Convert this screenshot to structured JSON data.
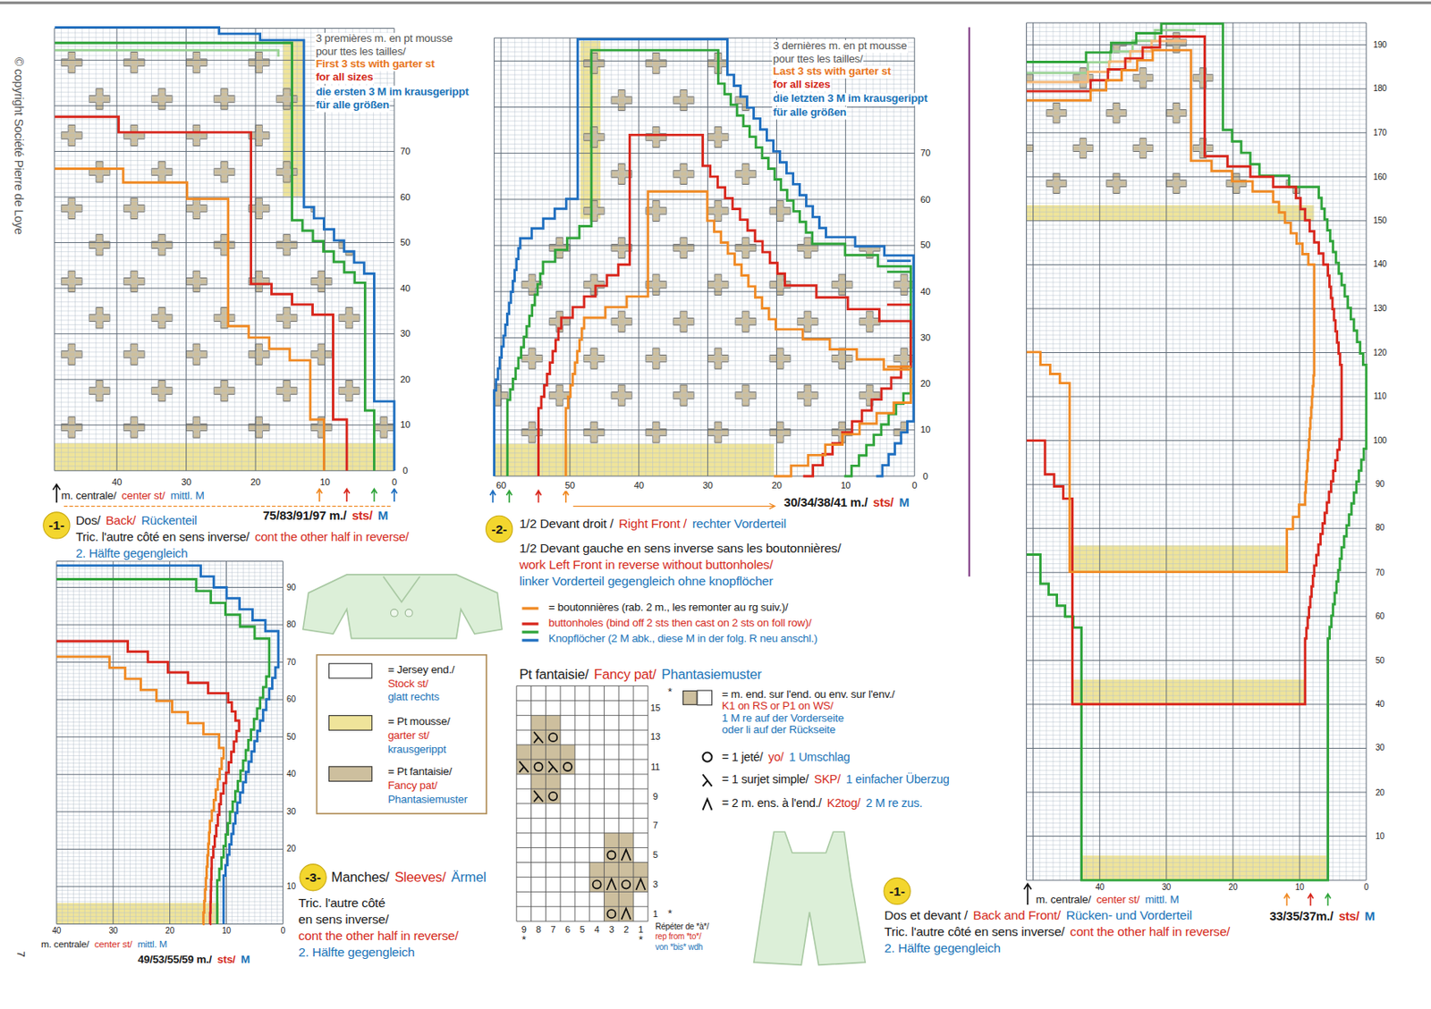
{
  "diagram": {
    "nodes": [
      {
        "text": [
          "-1-"
        ]
      },
      {
        "text": [
          "-2-"
        ]
      },
      {
        "text": [
          "-3-"
        ]
      },
      {
        "text": [
          "-1-"
        ]
      }
    ],
    "labels": [
      "© copyright Société Pierre de Loye",
      "3 premières m. en pt mousse",
      "pour ttes les tailles/",
      "First 3 sts with garter st",
      "for all sizes",
      "die ersten 3 M im krausgerippt",
      "für alle größen",
      "70",
      "60",
      "50",
      "40",
      "30",
      "20",
      "10",
      "0",
      "40",
      "30",
      "20",
      "10",
      "0",
      "m. centrale/",
      "center st/",
      "mittl. M",
      "75/83/91/97 m./",
      "sts/",
      "M",
      "Dos/",
      "Back/",
      "Rückenteil",
      "Tric. l'autre côté en sens inverse/",
      "cont the other half in reverse/",
      "2. Hälfte gegengleich",
      "3 dernières m. en pt mousse",
      "pour ttes les tailles/",
      "Last 3 sts with garter st",
      "for all sizes",
      "die letzten 3 M im krausgerippt",
      "für alle größen",
      "70",
      "60",
      "50",
      "40",
      "30",
      "20",
      "10",
      "0",
      "60",
      "50",
      "40",
      "30",
      "20",
      "10",
      "0",
      "30/34/38/41 m./",
      "sts/",
      "M",
      "1/2 Devant droit /",
      "Right Front /",
      "rechter Vorderteil",
      "1/2 Devant gauche en sens inverse sans les boutonnières/",
      "work Left Front in reverse without buttonholes/",
      "linker Vorderteil gegengleich ohne knopflöcher",
      "Pt fantaisie/",
      "Fancy pat/",
      "Phantasiemuster",
      "15",
      "13",
      "11",
      "9",
      "7",
      "5",
      "3",
      "1",
      "*",
      "*",
      "9",
      "8",
      "7",
      "6",
      "5",
      "4",
      "3",
      "2",
      "1",
      "*",
      "*",
      "Répéter de *à*/",
      "rep from *to*/",
      "von *bis* wdh",
      "K1 on RS or P1 on WS/",
      "1 M re auf der Vorderseite",
      "oder li auf der Rückseite",
      "yo/",
      "1 Umschlag",
      "SKP/",
      "1 einfacher Überzug",
      "K2tog/",
      "2 M re zus.",
      "Stock st/",
      "glatt rechts",
      "garter st/",
      "krausgerippt",
      "Fancy pat/",
      "Phantasiemuster",
      "90",
      "80",
      "70",
      "60",
      "50",
      "40",
      "30",
      "20",
      "10",
      "40",
      "30",
      "20",
      "10",
      "0",
      "m. centrale/",
      "center st/",
      "mittl. M",
      "49/53/55/59 m./",
      "sts/",
      "M",
      "7",
      "Manches/",
      "Sleeves/",
      "Ärmel",
      "Tric. l'autre côté",
      "en sens inverse/",
      "cont the other half in reverse/",
      "2. Hälfte gegengleich",
      "190",
      "180",
      "170",
      "160",
      "150",
      "140",
      "130",
      "120",
      "110",
      "100",
      "90",
      "80",
      "70",
      "60",
      "50",
      "40",
      "30",
      "20",
      "10",
      "40",
      "30",
      "20",
      "10",
      "0",
      "m. centrale/",
      "center st/",
      "mittl. M",
      "33/35/37m./",
      "sts/",
      "M",
      "Dos et devant /",
      "Back and Front/",
      "Rücken- und Vorderteil",
      "Tric. l'autre côté en sens inverse/",
      "cont the other half in reverse/",
      "2. Hälfte gegengleich"
    ],
    "legend": [
      {
        "text": "= boutonnières (rab. 2 m., les remonter au rg suiv.)/"
      },
      {
        "text": "buttonholes (bind off 2 sts then cast on 2 sts on foll row)/"
      },
      {
        "text": "Knopflöcher (2 M abk., diese M in der folg. R neu anschl.)"
      },
      {
        "text": "= Jersey end./",
        "color": "#ffffff"
      },
      {
        "text": "= Pt mousse/",
        "color": "#efe49a"
      },
      {
        "text": "= Pt fantaisie/",
        "color": "#cdbf9e"
      },
      {
        "text": "= m. end. sur l'end. ou env. sur l'env./",
        "color": "#cdbf9e"
      },
      {
        "text": "= 1 jeté/"
      },
      {
        "text": "= 1 surjet simple/"
      },
      {
        "text": "= 2 m. ens. à l'end./"
      }
    ]
  }
}
